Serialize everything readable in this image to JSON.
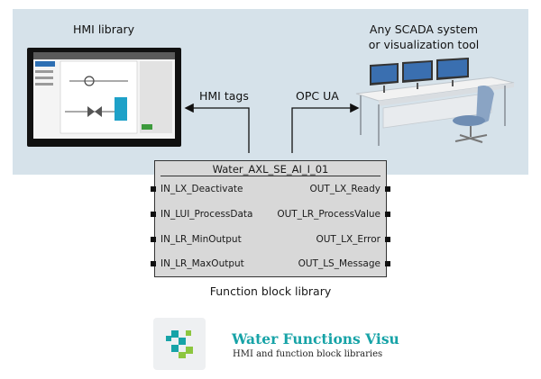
{
  "hmi_library_label": "HMI library",
  "scada_label_line1": "Any SCADA system",
  "scada_label_line2": "or visualization tool",
  "hmi_tags_label": "HMI tags",
  "opc_ua_label": "OPC UA",
  "function_block": {
    "title": "Water_AXL_SE_AI_I_01",
    "inputs": [
      "IN_LX_Deactivate",
      "IN_LUI_ProcessData",
      "IN_LR_MinOutput",
      "IN_LR_MaxOutput"
    ],
    "outputs": [
      "OUT_LX_Ready",
      "OUT_LR_ProcessValue",
      "OUT_LX_Error",
      "OUT_LS_Message"
    ]
  },
  "function_block_caption": "Function block library",
  "brand": {
    "title": "Water Functions Visu",
    "subtitle": "HMI and function block libraries"
  },
  "colors": {
    "panel": "#d6e2ea",
    "brand_teal": "#17a3a7",
    "logo_green": "#8cc63f",
    "block_fill": "#d8d8d8"
  }
}
